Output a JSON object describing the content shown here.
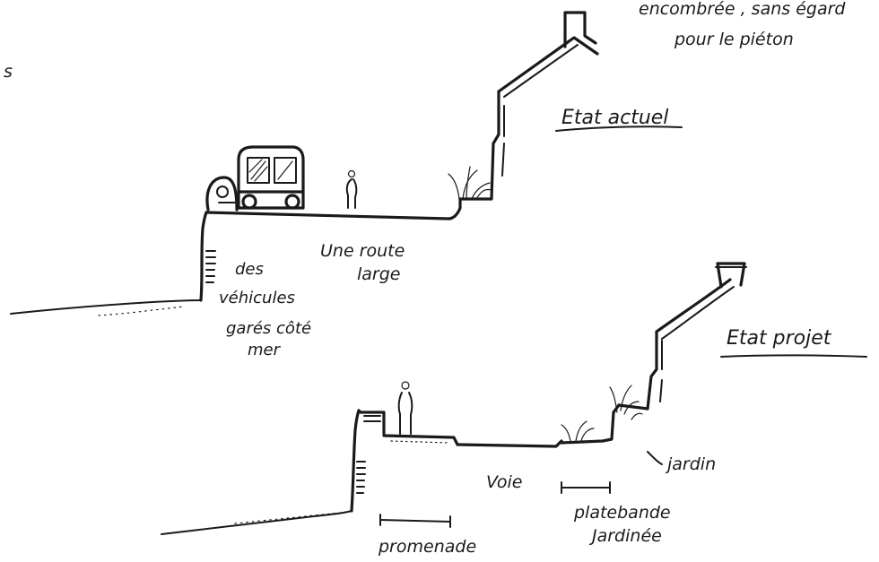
{
  "top_note": {
    "line1": "encombrée , sans égard",
    "line2": "pour le piéton",
    "left_fragment": "s"
  },
  "current_state": {
    "title": "Etat actuel",
    "road_label_1": "Une route",
    "road_label_2": "large",
    "parking_label_1": "des",
    "parking_label_2": "véhicules",
    "parking_label_3": "garés côté",
    "parking_label_4": "mer"
  },
  "project_state": {
    "title": "Etat projet",
    "lane_label": "Voie",
    "garden_label": "jardin",
    "bed_label_1": "platebande",
    "bed_label_2": "Jardinée",
    "promenade_label": "promenade"
  }
}
